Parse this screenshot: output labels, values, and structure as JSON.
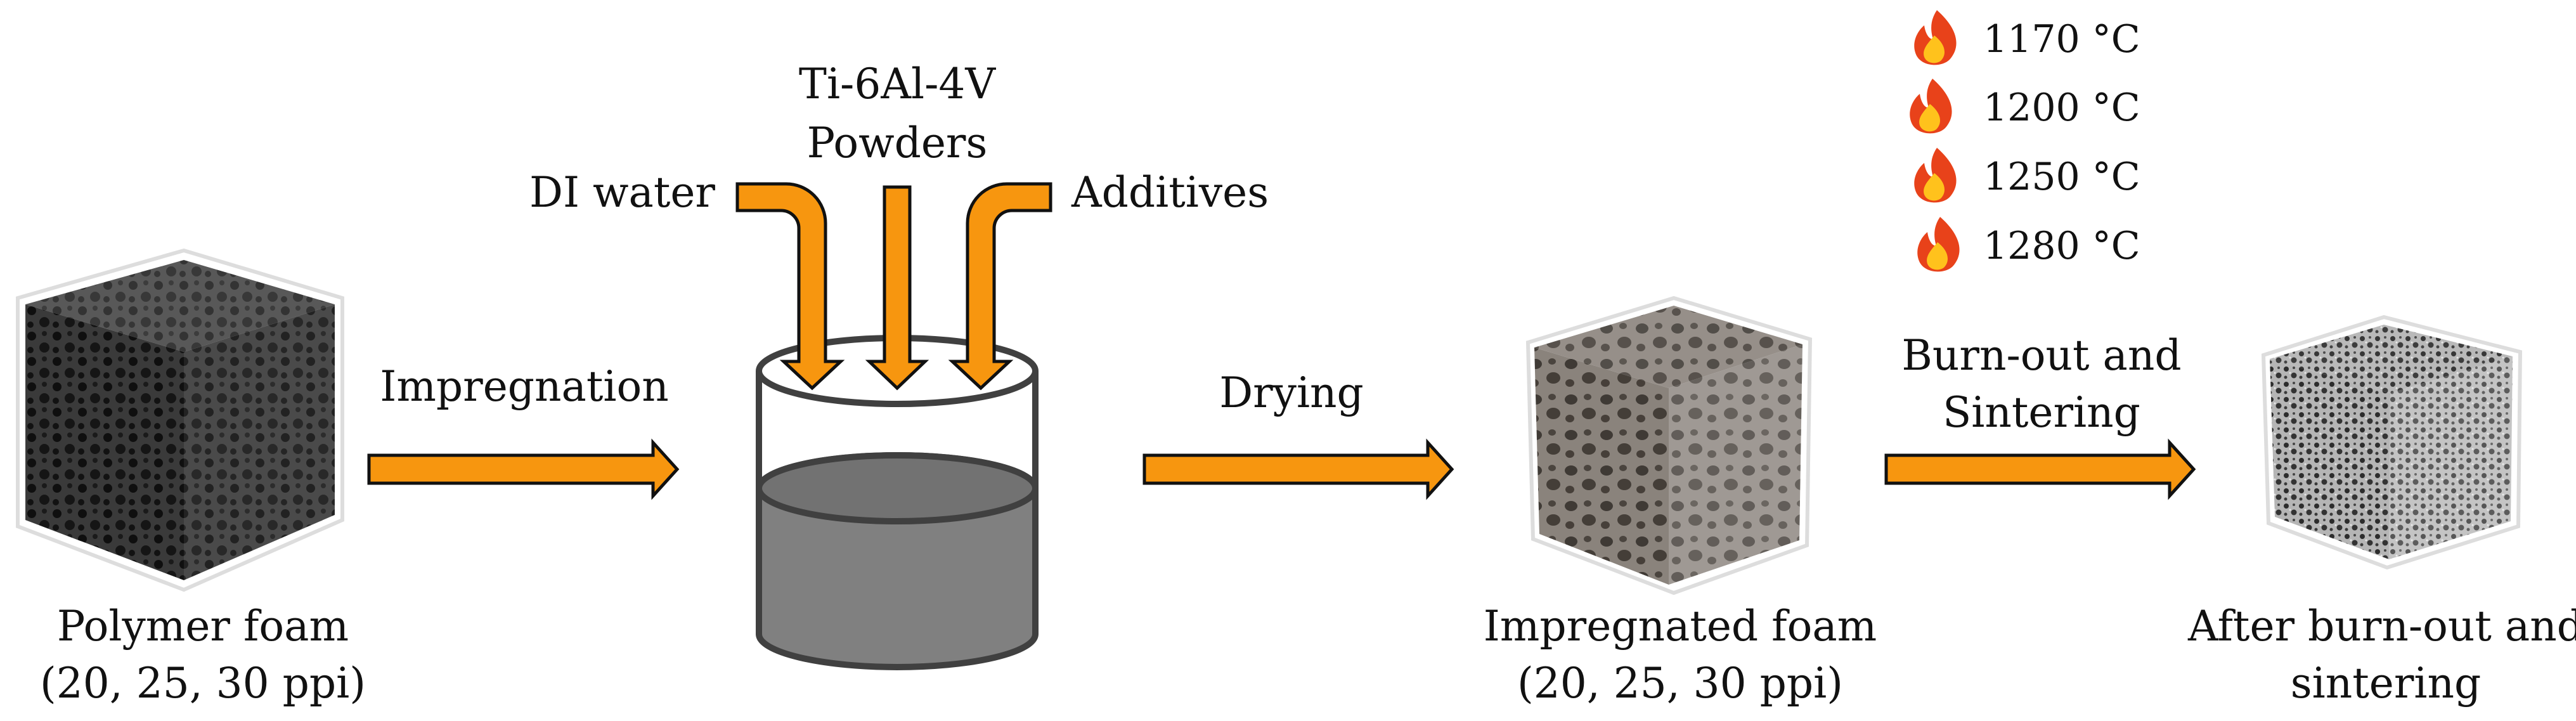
{
  "colors": {
    "arrow_fill": "#f7960f",
    "arrow_stroke": "#111111",
    "liquid": "#808080",
    "liquid_top": "#6e6e6e",
    "beaker_stroke": "#404040",
    "flame_outer": "#e8421a",
    "flame_inner": "#ffc21c",
    "polymer_foam": "#2a2a2a",
    "impregnated_foam": "#7d7670",
    "sintered_foam": "#9a9a9a"
  },
  "inputs": {
    "di_water": "DI water",
    "powders_line1": "Ti-6Al-4V",
    "powders_line2": "Powders",
    "additives": "Additives"
  },
  "steps": {
    "impregnation": "Impregnation",
    "drying": "Drying",
    "burnout_line1": "Burn-out and",
    "burnout_line2": "Sintering"
  },
  "samples": {
    "polymer_line1": "Polymer foam",
    "polymer_line2": "(20, 25, 30 ppi)",
    "impregnated_line1": "Impregnated foam",
    "impregnated_line2": "(20, 25, 30 ppi)",
    "sintered_line1": "After burn-out and",
    "sintered_line2": "sintering"
  },
  "temperatures": [
    "1170 °C",
    "1200 °C",
    "1250 °C",
    "1280 °C"
  ],
  "icons": [
    "fire-icon",
    "beaker-icon",
    "foam-cube-icon",
    "arrow-right-icon",
    "arrow-down-icon"
  ]
}
